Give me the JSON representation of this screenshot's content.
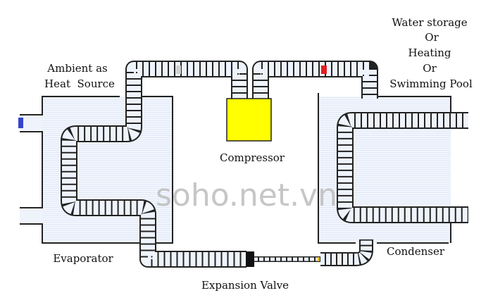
{
  "labels": {
    "ambient_line1": "Ambient as",
    "ambient_line2": "Heat  Source",
    "evaporator": "Evaporator",
    "compressor": "Compressor",
    "condenser": "Condenser",
    "expansion_valve": "Expansion Valve",
    "water_line1": "Water storage",
    "water_line2": "Or",
    "water_line3": "Heating",
    "water_line4": "Or",
    "water_line5": "Swimming Pool"
  },
  "watermark": "soho.net.vn",
  "colors": {
    "compressor": "#ffff00",
    "hot_marker": "#e02020",
    "cold_marker": "#3344cc",
    "suction_marker": "#d0d0d0",
    "pipe_fill": "#eef3fc",
    "exchanger_fill": "#e8eefa"
  }
}
